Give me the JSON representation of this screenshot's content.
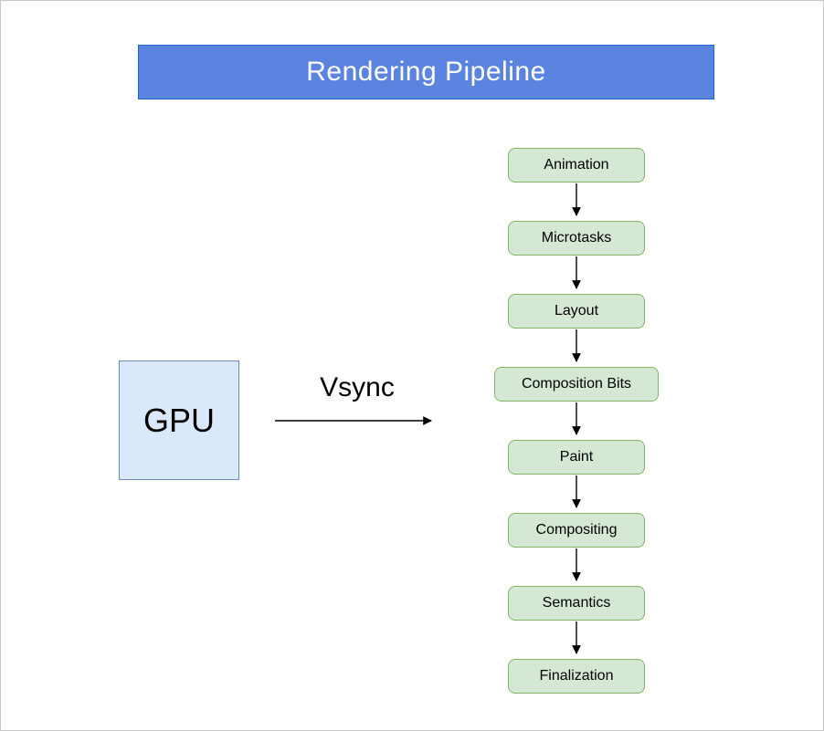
{
  "colors": {
    "canvas-border": "#c8c8c8",
    "header-fill": "#5b84e1",
    "header-border": "#1969d2",
    "header-text": "#ffffff",
    "stage-fill": "#d5e8d4",
    "stage-border": "#82b366",
    "gpu-fill": "#dae8fc",
    "gpu-border": "#6c8ebf",
    "arrow": "#000000",
    "text": "#000000"
  },
  "header": {
    "title": "Rendering Pipeline"
  },
  "gpu": {
    "label": "GPU"
  },
  "vsync": {
    "label": "Vsync"
  },
  "pipeline": {
    "stages": [
      {
        "label": "Animation"
      },
      {
        "label": "Microtasks"
      },
      {
        "label": "Layout"
      },
      {
        "label": "Composition Bits"
      },
      {
        "label": "Paint"
      },
      {
        "label": "Compositing"
      },
      {
        "label": "Semantics"
      },
      {
        "label": "Finalization"
      }
    ]
  }
}
